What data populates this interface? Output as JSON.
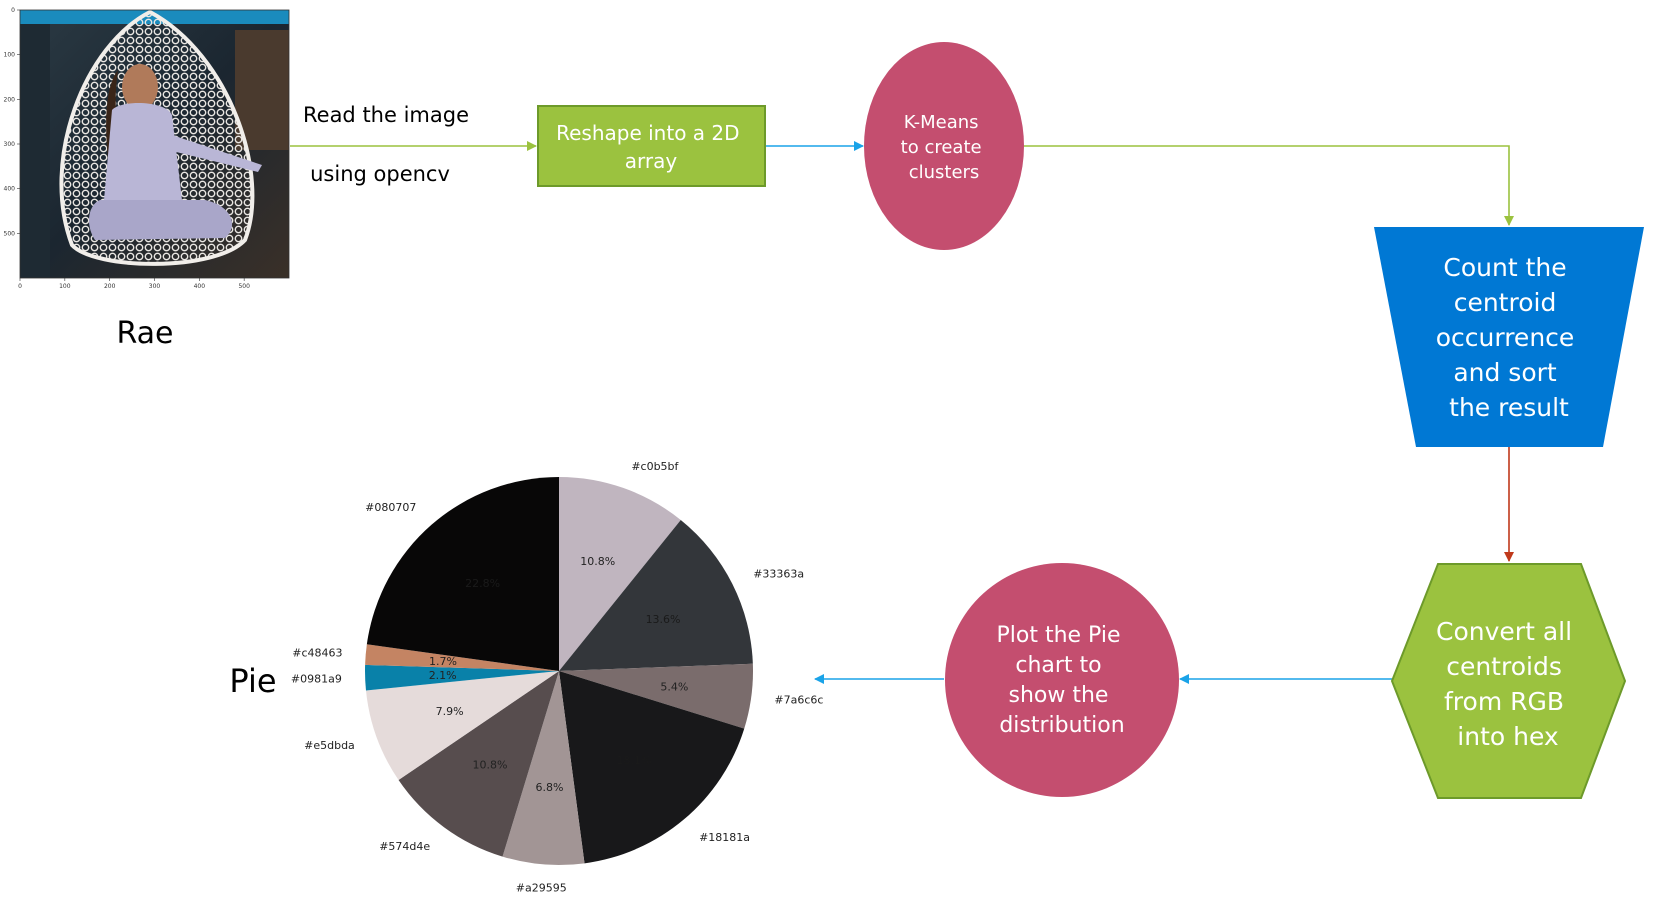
{
  "photo": {
    "caption": "Rae",
    "y_ticks": [
      "0",
      "100",
      "200",
      "300",
      "400",
      "500"
    ],
    "x_ticks": [
      "0",
      "100",
      "200",
      "300",
      "400",
      "500"
    ]
  },
  "arrow_labels": {
    "read_line1": "Read the image",
    "read_line2": "using opencv"
  },
  "nodes": {
    "reshape": {
      "lines": [
        "Reshape into a 2D",
        "array"
      ],
      "fill": "#9bc23f",
      "stroke": "#6d9a2a"
    },
    "kmeans": {
      "lines": [
        "K-Means",
        "to create",
        "clusters"
      ],
      "fill": "#c44e6f"
    },
    "count": {
      "lines": [
        "Count the",
        "centroid",
        "occurrence",
        "and sort",
        "the result"
      ],
      "fill": "#0078d4"
    },
    "convert": {
      "lines": [
        "Convert all",
        "centroids",
        "from RGB",
        "into hex"
      ],
      "fill": "#9bc23f",
      "stroke": "#6d9a2a"
    },
    "plot": {
      "lines": [
        "Plot the Pie",
        "chart to",
        "show the",
        "distribution"
      ],
      "fill": "#c44e6f"
    }
  },
  "connector_colors": {
    "green": "#9bc23f",
    "blue": "#1aa3e8",
    "red": "#c0391b"
  },
  "pie_caption": "Pie",
  "chart_data": {
    "type": "pie",
    "start_angle_deg": 90,
    "slices": [
      {
        "label": "#c0b5bf",
        "color": "#c0b5bf",
        "value": 10.8,
        "pct_label": "10.8%"
      },
      {
        "label": "#33363a",
        "color": "#33363a",
        "value": 13.6,
        "pct_label": "13.6%"
      },
      {
        "label": "#7a6c6c",
        "color": "#7a6c6c",
        "value": 5.4,
        "pct_label": "5.4%"
      },
      {
        "label": "#18181a",
        "color": "#18181a",
        "value": 18.1,
        "pct_label": "18.1%"
      },
      {
        "label": "#a29595",
        "color": "#a29595",
        "value": 6.8,
        "pct_label": "6.8%"
      },
      {
        "label": "#574d4e",
        "color": "#574d4e",
        "value": 10.8,
        "pct_label": "10.8%"
      },
      {
        "label": "#e5dbda",
        "color": "#e5dbda",
        "value": 7.9,
        "pct_label": "7.9%"
      },
      {
        "label": "#0981a9",
        "color": "#0981a9",
        "value": 2.1,
        "pct_label": "2.1%"
      },
      {
        "label": "#c48463",
        "color": "#c48463",
        "value": 1.7,
        "pct_label": "1.7%"
      },
      {
        "label": "#080707",
        "color": "#080707",
        "value": 22.8,
        "pct_label": "22.8%"
      }
    ]
  }
}
